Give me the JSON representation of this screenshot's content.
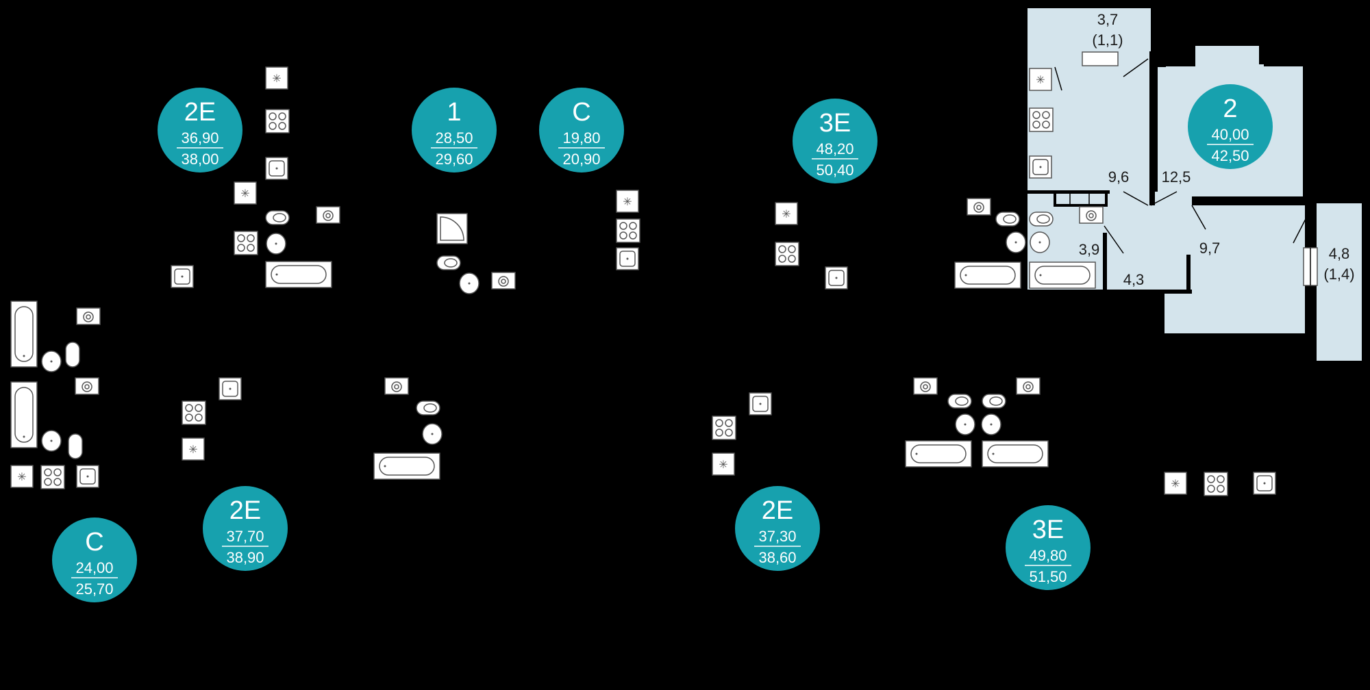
{
  "colors": {
    "background": "#000000",
    "badge": "#17a1ae",
    "selected_room_fill": "#d4e4ec",
    "fixture_fill": "#ffffff"
  },
  "apartments": [
    {
      "type": "2Е",
      "living_area": "36,90",
      "total_area": "38,00"
    },
    {
      "type": "1",
      "living_area": "28,50",
      "total_area": "29,60"
    },
    {
      "type": "С",
      "living_area": "19,80",
      "total_area": "20,90"
    },
    {
      "type": "3Е",
      "living_area": "48,20",
      "total_area": "50,40"
    },
    {
      "type": "2",
      "living_area": "40,00",
      "total_area": "42,50"
    },
    {
      "type": "С",
      "living_area": "24,00",
      "total_area": "25,70"
    },
    {
      "type": "2Е",
      "living_area": "37,70",
      "total_area": "38,90"
    },
    {
      "type": "2Е",
      "living_area": "37,30",
      "total_area": "38,60"
    },
    {
      "type": "3Е",
      "living_area": "49,80",
      "total_area": "51,50"
    }
  ],
  "selected_apartment": {
    "rooms": [
      {
        "area": "3,7",
        "note": "(1,1)"
      },
      {
        "area": "9,6",
        "note": ""
      },
      {
        "area": "12,5",
        "note": ""
      },
      {
        "area": "3,9",
        "note": ""
      },
      {
        "area": "4,3",
        "note": ""
      },
      {
        "area": "9,7",
        "note": ""
      },
      {
        "area": "4,8",
        "note": "(1,4)"
      }
    ]
  },
  "icons": {
    "fridge": "fridge-icon",
    "stove": "stove-icon",
    "sink": "sink-icon",
    "toilet": "toilet-icon",
    "washbasin": "washbasin-icon",
    "washing_machine": "washing-machine-icon",
    "bathtub": "bathtub-icon",
    "shower": "shower-icon"
  }
}
